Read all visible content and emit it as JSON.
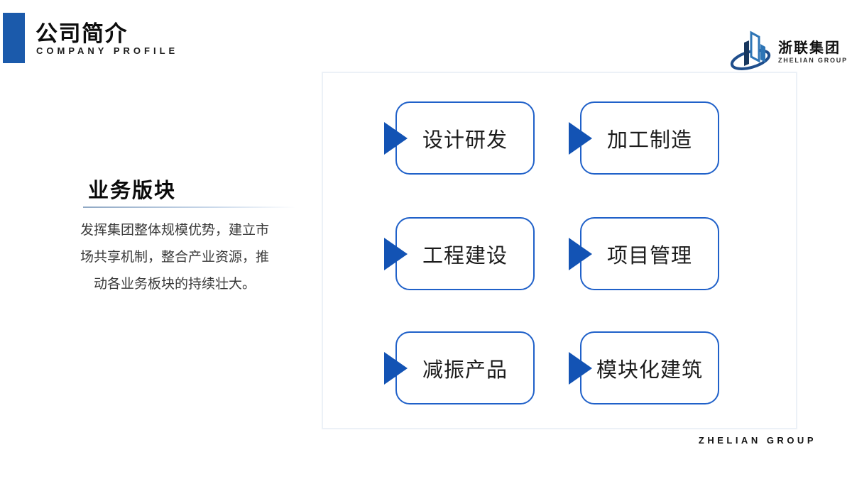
{
  "header": {
    "title": "公司简介",
    "subtitle": "COMPANY PROFILE"
  },
  "logo": {
    "icon": "buildings-swoosh-icon",
    "name": "浙联集团",
    "name_en": "ZHELIAN GROUP"
  },
  "section": {
    "heading": "业务版块",
    "description_lines": [
      "发挥集团整体规模优势，建立市",
      "场共享机制，整合产业资源，推",
      "动各业务板块的持续壮大。"
    ]
  },
  "blocks": {
    "items": [
      {
        "label": "设计研发"
      },
      {
        "label": "加工制造"
      },
      {
        "label": "工程建设"
      },
      {
        "label": "项目管理"
      },
      {
        "label": "减振产品"
      },
      {
        "label": "模块化建筑"
      }
    ]
  },
  "footer": {
    "text": "ZHELIAN GROUP"
  },
  "colors": {
    "accent_bar_blue": "#1b5aab",
    "triangle_blue": "#1353b4",
    "box_border_blue": "#2061c9",
    "panel_border_gray": "#ecf1f7",
    "underline_light_blue": "#8fa8c4",
    "logo_bright_blue": "#2e75b6",
    "logo_dark_navy": "#17365d",
    "text_dark": "#0d0d0d",
    "text_gray": "#3a3a3a"
  }
}
